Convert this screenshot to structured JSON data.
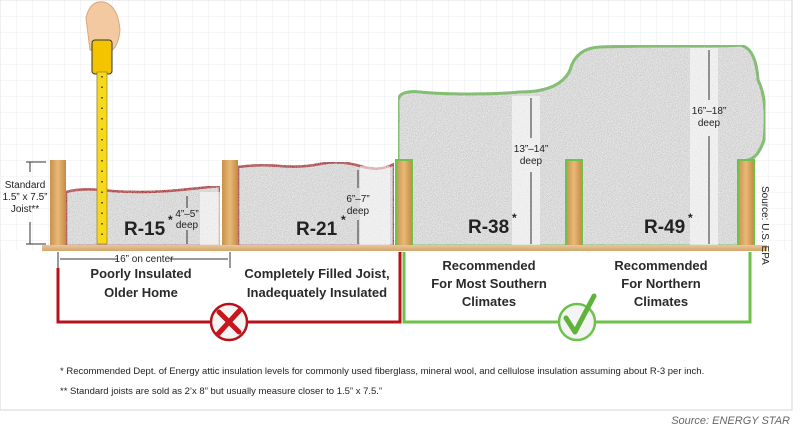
{
  "left_label": {
    "line1": "Standard",
    "line2": "1.5” x 7.5”",
    "line3": "Joist**"
  },
  "spacing_label": "16” on center",
  "source_vertical": "Source: U.S. EPA",
  "sections": [
    {
      "r_value": "R-15",
      "mark": "*",
      "depth_line1": "4”–5”",
      "depth_line2": "deep",
      "caption": [
        "Poorly Insulated",
        "Older Home"
      ]
    },
    {
      "r_value": "R-21",
      "mark": "*",
      "depth_line1": "6”–7”",
      "depth_line2": "deep",
      "caption": [
        "Completely Filled Joist,",
        "Inadequately Insulated"
      ]
    },
    {
      "r_value": "R-38",
      "mark": "*",
      "depth_line1": "13”–14”",
      "depth_line2": "deep",
      "caption": [
        "Recommended",
        "For Most Southern",
        "Climates"
      ]
    },
    {
      "r_value": "R-49",
      "mark": "*",
      "depth_line1": "16”–18”",
      "depth_line2": "deep",
      "caption": [
        "Recommended",
        "For Northern",
        "Climates"
      ]
    }
  ],
  "verdicts": {
    "bad_icon": "x-mark-icon",
    "good_icon": "check-mark-icon",
    "bad_color": "#b5121b",
    "good_color": "#6cc24a"
  },
  "footnotes": [
    "* Recommended Dept. of Energy attic insulation levels for commonly used fiberglass, mineral wool, and cellulose insulation assuming about R-3 per inch.",
    "** Standard joists are sold as 2’x 8” but usually measure closer to 1.5” x 7.5.”"
  ],
  "source": "Source: ENERGY STAR"
}
